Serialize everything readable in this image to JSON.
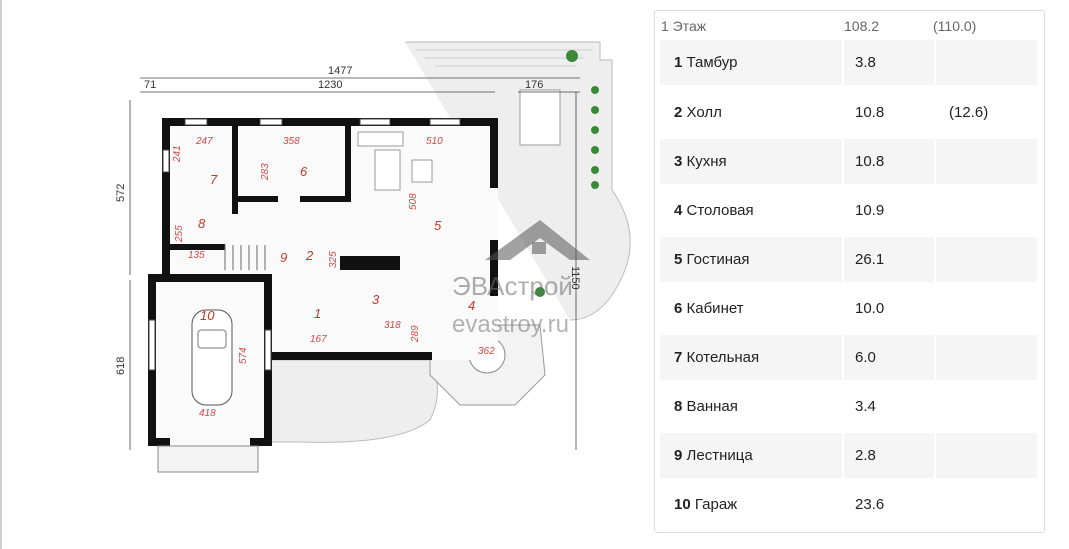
{
  "plan": {
    "dims": {
      "total_width": "1477",
      "inner_width": "1230",
      "left_offset": "71",
      "terrace_width": "176",
      "left_height_top": "572",
      "left_height_bottom": "618",
      "right_height": "1150"
    },
    "inner_dims": [
      "247",
      "358",
      "510",
      "241",
      "283",
      "508",
      "255",
      "135",
      "325",
      "318",
      "289",
      "167",
      "574",
      "418",
      "362"
    ],
    "room_numbers": [
      "7",
      "6",
      "5",
      "8",
      "2",
      "9",
      "3",
      "10",
      "1",
      "4"
    ],
    "watermark": {
      "brand": "ЭВАстрой",
      "site": "evastroy.ru"
    }
  },
  "table": {
    "header": {
      "floor": "1 Этаж",
      "area": "108.2",
      "total": "(110.0)"
    },
    "rows": [
      {
        "num": "1",
        "name": "Тамбур",
        "area": "3.8",
        "extra": ""
      },
      {
        "num": "2",
        "name": "Холл",
        "area": "10.8",
        "extra": "(12.6)"
      },
      {
        "num": "3",
        "name": "Кухня",
        "area": "10.8",
        "extra": ""
      },
      {
        "num": "4",
        "name": "Столовая",
        "area": "10.9",
        "extra": ""
      },
      {
        "num": "5",
        "name": "Гостиная",
        "area": "26.1",
        "extra": ""
      },
      {
        "num": "6",
        "name": "Кабинет",
        "area": "10.0",
        "extra": ""
      },
      {
        "num": "7",
        "name": "Котельная",
        "area": "6.0",
        "extra": ""
      },
      {
        "num": "8",
        "name": "Ванная",
        "area": "3.4",
        "extra": ""
      },
      {
        "num": "9",
        "name": "Лестница",
        "area": "2.8",
        "extra": ""
      },
      {
        "num": "10",
        "name": "Гараж",
        "area": "23.6",
        "extra": ""
      }
    ]
  }
}
